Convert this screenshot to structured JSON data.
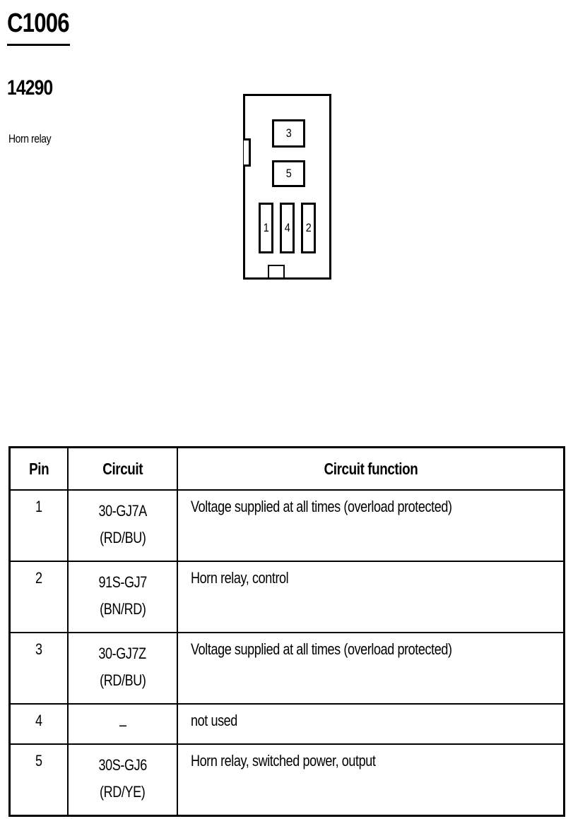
{
  "header": {
    "connector_id": "C1006",
    "part_number": "14290",
    "part_name": "Horn relay"
  },
  "connector_diagram": {
    "cavities": [
      {
        "label": "3",
        "pin": 3
      },
      {
        "label": "5",
        "pin": 5
      },
      {
        "label": "1",
        "pin": 1
      },
      {
        "label": "4",
        "pin": 4
      },
      {
        "label": "2",
        "pin": 2
      }
    ]
  },
  "table": {
    "columns": [
      "Pin",
      "Circuit",
      "Circuit function"
    ],
    "rows": [
      {
        "pin": "1",
        "circuit": "30-GJ7A",
        "wire": "(RD/BU)",
        "function": "Voltage supplied at all times (overload protected)"
      },
      {
        "pin": "2",
        "circuit": "91S-GJ7",
        "wire": "(BN/RD)",
        "function": "Horn relay, control"
      },
      {
        "pin": "3",
        "circuit": "30-GJ7Z",
        "wire": "(RD/BU)",
        "function": "Voltage supplied at all times (overload protected)"
      },
      {
        "pin": "4",
        "circuit": "–",
        "wire": "",
        "function": "not used"
      },
      {
        "pin": "5",
        "circuit": "30S-GJ6",
        "wire": "(RD/YE)",
        "function": "Horn relay, switched power, output"
      }
    ]
  }
}
